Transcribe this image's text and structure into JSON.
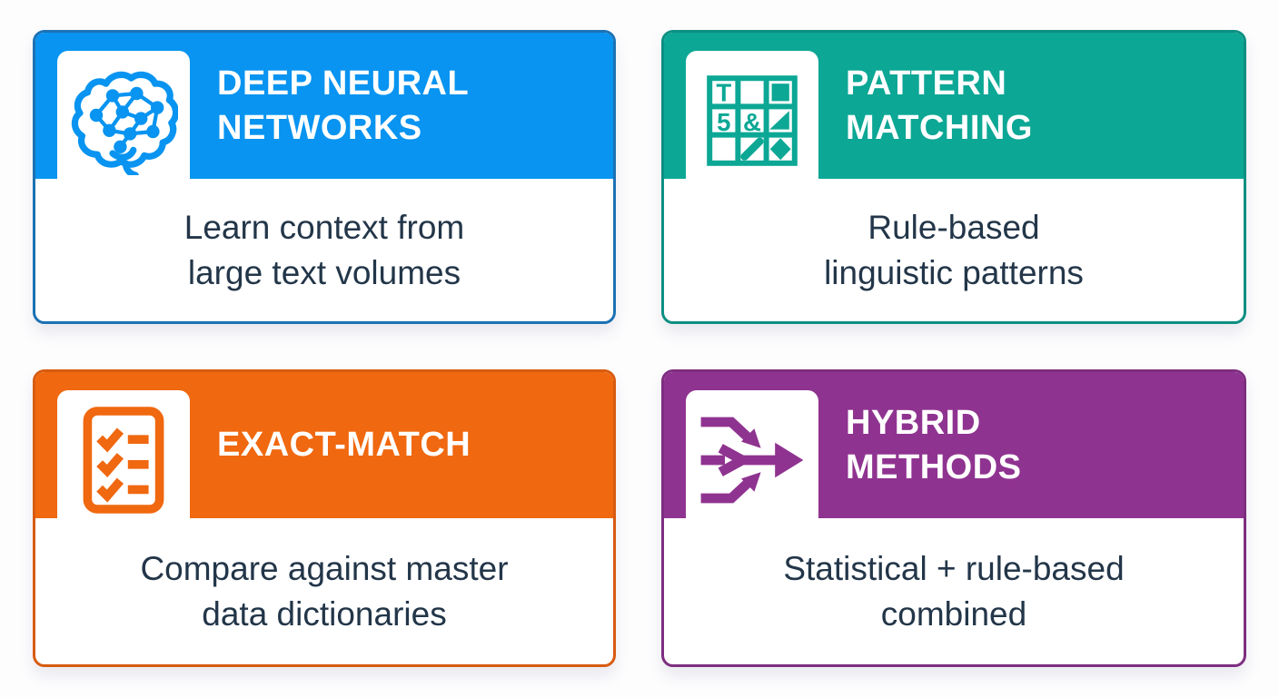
{
  "page": {
    "background": "#fdfdfe",
    "description_text_color": "#233649",
    "title_text_color": "#ffffff"
  },
  "cards": [
    {
      "name": "deep-neural-networks",
      "icon": "brain-network-icon",
      "accent": "#0894f0",
      "border": "#1c72b4",
      "title_line1": "DEEP NEURAL",
      "title_line2": "NETWORKS",
      "desc_line1": "Learn context from",
      "desc_line2": "large text volumes"
    },
    {
      "name": "pattern-matching",
      "icon": "pattern-grid-icon",
      "accent": "#0ca795",
      "border": "#0d8f82",
      "title_line1": "PATTERN",
      "title_line2": "MATCHING",
      "desc_line1": "Rule-based",
      "desc_line2": "linguistic patterns",
      "grid_glyphs": {
        "cell_t": "T",
        "cell_f": "5",
        "cell_amp": "&"
      }
    },
    {
      "name": "exact-match",
      "icon": "checklist-icon",
      "accent": "#f0680f",
      "border": "#d85b10",
      "title_line1": "EXACT-MATCH",
      "title_line2": "",
      "desc_line1": "Compare against master",
      "desc_line2": "data dictionaries"
    },
    {
      "name": "hybrid-methods",
      "icon": "merge-arrows-icon",
      "accent": "#8f3390",
      "border": "#7e2e80",
      "title_line1": "HYBRID",
      "title_line2": "METHODS",
      "desc_line1": "Statistical + rule-based",
      "desc_line2": "combined"
    }
  ]
}
